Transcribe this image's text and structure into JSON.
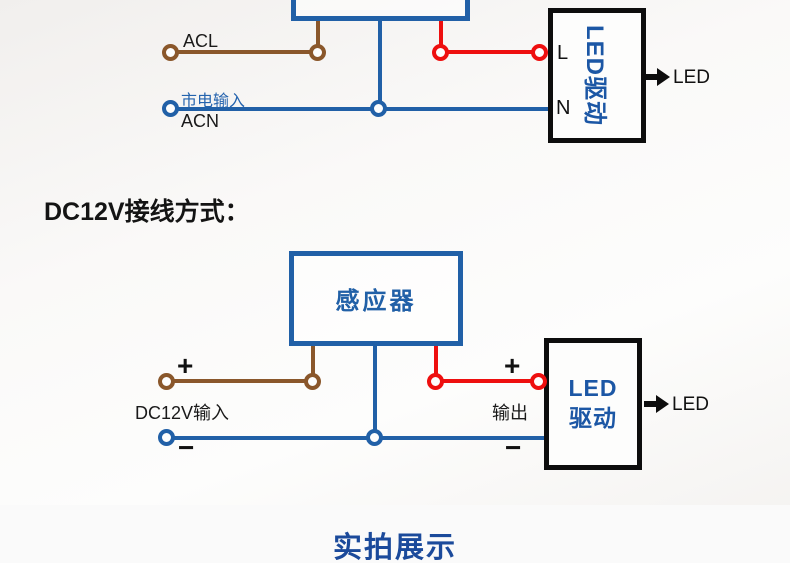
{
  "colors": {
    "wire_blue": "#2160a7",
    "wire_brown": "#8a572b",
    "wire_red": "#ee0f0f",
    "box_black": "#0d0d0d",
    "label_blue": "#2463ae",
    "driver_text_blue": "#1c57a5",
    "footer_blue": "#1b4a9b"
  },
  "ac_diagram": {
    "acl_label": "ACL",
    "mains_input_label": "市电输入",
    "acn_label": "ACN",
    "live_terminal": "L",
    "neutral_terminal": "N",
    "driver_label": "LED驱动",
    "output_label": "LED"
  },
  "dc_heading": "DC12V接线方式：",
  "dc_diagram": {
    "sensor_label": "感应器",
    "input_plus": "+",
    "input_label": "DC12V输入",
    "input_minus": "−",
    "output_plus": "+",
    "output_label": "输出",
    "output_minus": "−",
    "driver_label_line1": "LED",
    "driver_label_line2": "驱动",
    "output_led_label": "LED"
  },
  "footer": {
    "title": "实拍展示"
  }
}
